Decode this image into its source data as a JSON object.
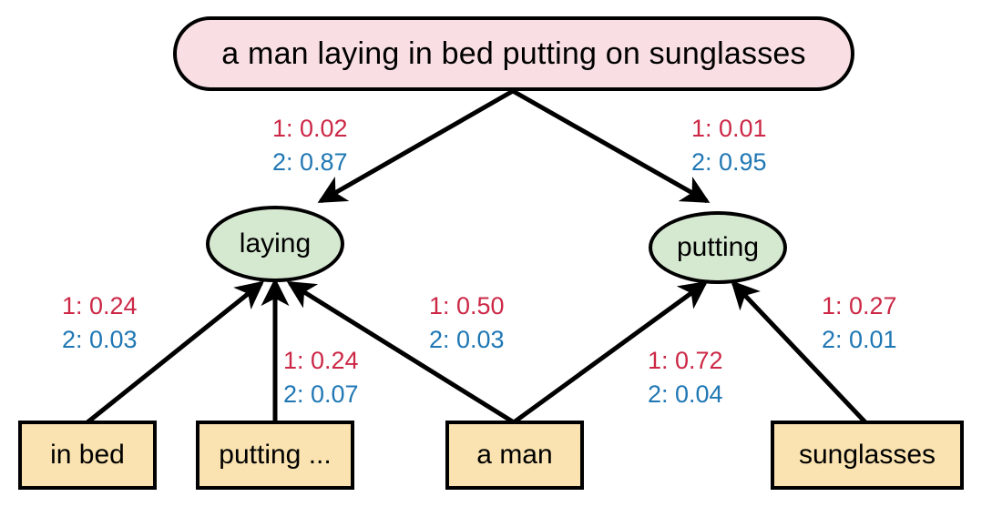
{
  "diagram": {
    "type": "scene-graph-attention-tree",
    "title_node": {
      "id": "caption",
      "label": "a man laying in bed putting on sunglasses",
      "shape": "rounded-rectangle",
      "fill": "#f9dfe3",
      "stroke": "#000000"
    },
    "intermediate_nodes": [
      {
        "id": "laying",
        "label": "laying",
        "shape": "ellipse",
        "fill": "#d5e8d0",
        "stroke": "#000000"
      },
      {
        "id": "putting",
        "label": "putting",
        "shape": "ellipse",
        "fill": "#d5e8d0",
        "stroke": "#000000"
      }
    ],
    "leaf_nodes": [
      {
        "id": "in-bed",
        "label": "in bed",
        "shape": "rectangle",
        "fill": "#fae3b0",
        "stroke": "#000000"
      },
      {
        "id": "putting-ellipsis",
        "label": "putting ...",
        "shape": "rectangle",
        "fill": "#fae3b0",
        "stroke": "#000000"
      },
      {
        "id": "a-man",
        "label": "a man",
        "shape": "rectangle",
        "fill": "#fae3b0",
        "stroke": "#000000"
      },
      {
        "id": "sunglasses",
        "label": "sunglasses",
        "shape": "rectangle",
        "fill": "#fae3b0",
        "stroke": "#000000"
      }
    ],
    "weight_legend": {
      "head1_color": "#cc2846",
      "head2_color": "#1f77b4",
      "head1_prefix": "1:",
      "head2_prefix": "2:"
    },
    "edges": [
      {
        "id": "caption-to-laying",
        "from": "caption",
        "to": "laying",
        "head1": "1: 0.02",
        "head2": "2: 0.87",
        "head1_value": 0.02,
        "head2_value": 0.87
      },
      {
        "id": "caption-to-putting",
        "from": "caption",
        "to": "putting",
        "head1": "1: 0.01",
        "head2": "2: 0.95",
        "head1_value": 0.01,
        "head2_value": 0.95
      },
      {
        "id": "in-bed-to-laying",
        "from": "in-bed",
        "to": "laying",
        "head1": "1: 0.24",
        "head2": "2: 0.03",
        "head1_value": 0.24,
        "head2_value": 0.03
      },
      {
        "id": "putting-ellipsis-to-laying",
        "from": "putting-ellipsis",
        "to": "laying",
        "head1": "1: 0.24",
        "head2": "2: 0.07",
        "head1_value": 0.24,
        "head2_value": 0.07
      },
      {
        "id": "a-man-to-laying",
        "from": "a-man",
        "to": "laying",
        "head1": "1: 0.50",
        "head2": "2: 0.03",
        "head1_value": 0.5,
        "head2_value": 0.03
      },
      {
        "id": "a-man-to-putting",
        "from": "a-man",
        "to": "putting",
        "head1": "1: 0.72",
        "head2": "2: 0.04",
        "head1_value": 0.72,
        "head2_value": 0.04
      },
      {
        "id": "sunglasses-to-putting",
        "from": "sunglasses",
        "to": "putting",
        "head1": "1: 0.27",
        "head2": "2: 0.01",
        "head1_value": 0.27,
        "head2_value": 0.01
      }
    ]
  }
}
